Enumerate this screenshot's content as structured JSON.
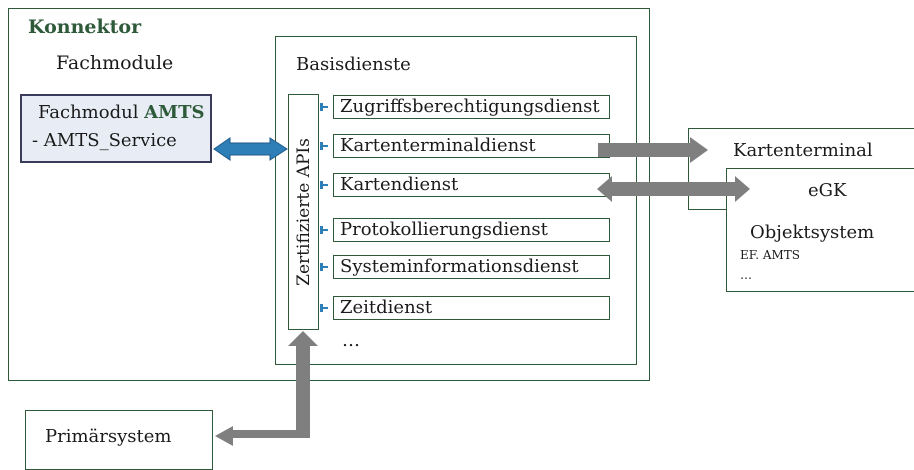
{
  "konnektor": {
    "title": "Konnektor"
  },
  "fachmodule": {
    "heading": "Fachmodule",
    "module_prefix": "Fachmodul ",
    "module_name": "AMTS",
    "service": "-  AMTS_Service"
  },
  "basisdienste": {
    "heading": "Basisdienste",
    "api_label": "Zertifizierte APIs",
    "services": [
      "Zugriffsberechtigungsdienst",
      "Kartenterminaldienst",
      "Kartendienst",
      "Protokollierungsdienst",
      "Systeminformationsdienst",
      "Zeitdienst"
    ],
    "more": "…"
  },
  "kartenterminal": {
    "title": "Kartenterminal"
  },
  "egk": {
    "title": "eGK",
    "objektsystem": "Objektsystem",
    "ef": "EF. AMTS",
    "more": "…"
  },
  "primaersystem": {
    "title": "Primärsystem"
  },
  "colors": {
    "border": "#2e5a3a",
    "connector": "#2e7fb8",
    "arrow_gray": "#7f7f7f",
    "module_fill": "#e8edf5"
  }
}
